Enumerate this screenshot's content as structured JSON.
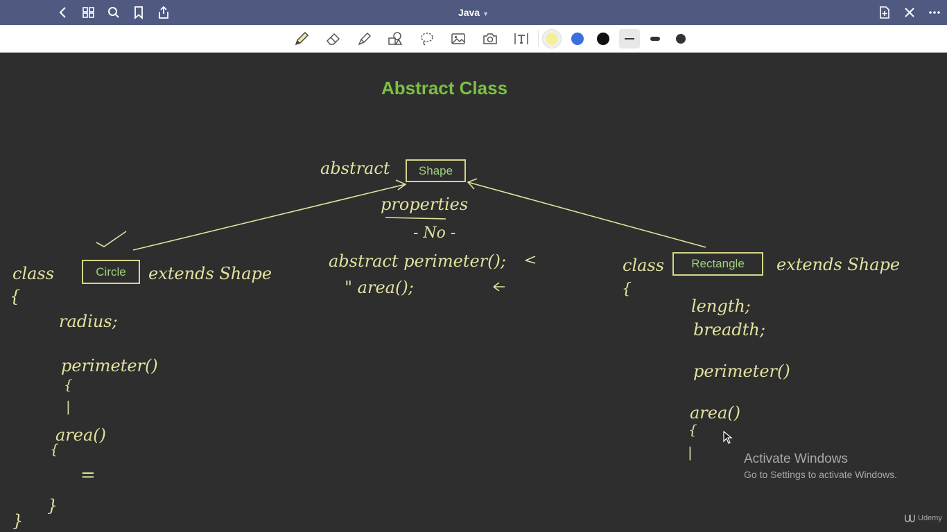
{
  "app": {
    "title": "Java",
    "icons": {
      "back": "chevron-left-icon",
      "thumbnails": "grid-icon",
      "search": "search-icon",
      "bookmark": "bookmark-icon",
      "share": "share-icon",
      "add_page": "add-page-icon",
      "close": "close-icon",
      "more": "more-icon"
    }
  },
  "toolbar": {
    "tools": [
      "pen",
      "eraser",
      "highlighter",
      "shapes",
      "lasso",
      "image",
      "camera",
      "text"
    ],
    "active_tool": "pen",
    "colors": [
      "#f5ef9a",
      "#3b6fe0",
      "#111111"
    ],
    "active_color": "#f5ef9a",
    "stroke_widths": [
      "thin",
      "medium",
      "thick"
    ],
    "active_stroke": "thin"
  },
  "note": {
    "heading": "Abstract Class",
    "boxes": {
      "shape": "Shape",
      "circle": "Circle",
      "rectangle": "Rectangle"
    },
    "ink": {
      "abstract": "abstract",
      "properties": "properties",
      "no": "- No -",
      "abstract_perimeter": "abstract perimeter();",
      "area_line": "\"   area();",
      "class1": "class",
      "extends1": "extends Shape",
      "class2": "class",
      "extends2": "extends Shape",
      "radius": "radius;",
      "perimeter1": "perimeter()",
      "area1": "area()",
      "equals": "=",
      "length": "length;",
      "breadth": "breadth;",
      "perimeter2": "perimeter()",
      "area2": "area()",
      "checkmark": "✓"
    }
  },
  "watermark": {
    "title": "Activate Windows",
    "subtitle": "Go to Settings to activate Windows."
  },
  "brand": {
    "label": "Udemy"
  },
  "colors": {
    "topbar": "#505a80",
    "canvas": "#2e2e2e",
    "heading": "#7bc043",
    "ink": "#e2e2a0",
    "box_text": "#9fd27a"
  }
}
